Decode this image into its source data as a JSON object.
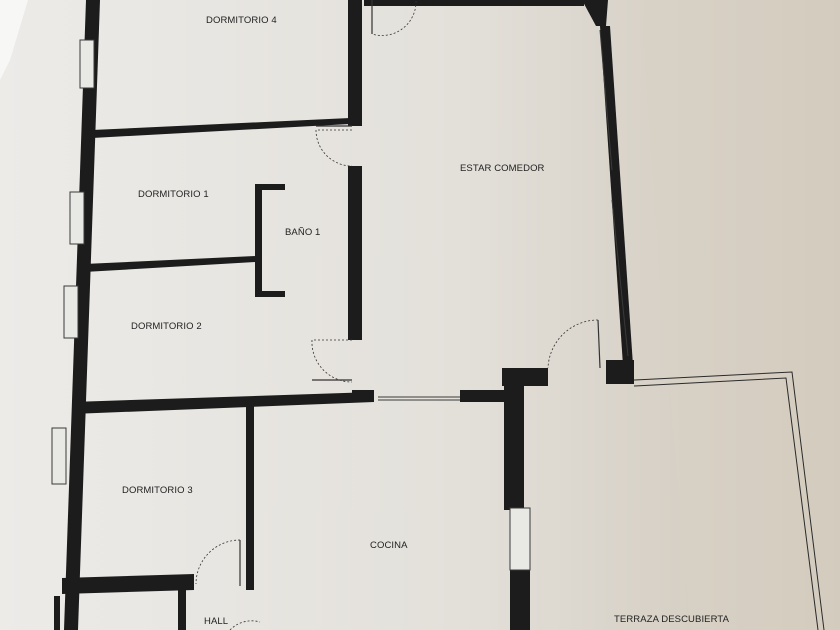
{
  "plan": {
    "rooms": {
      "dormitorio_4": "DORMITORIO 4",
      "dormitorio_1": "DORMITORIO 1",
      "bano_1": "BAÑO 1",
      "dormitorio_2": "DORMITORIO 2",
      "estar_comedor": "ESTAR COMEDOR",
      "dormitorio_3": "DORMITORIO 3",
      "cocina": "COCINA",
      "hall": "HALL",
      "terraza": "TERRAZA DESCUBIERTA"
    },
    "colors": {
      "paper": "#e9e9e6",
      "wall": "#1c1c1c",
      "line": "#2a2a2a",
      "shadow": "#cfc9bd"
    }
  }
}
